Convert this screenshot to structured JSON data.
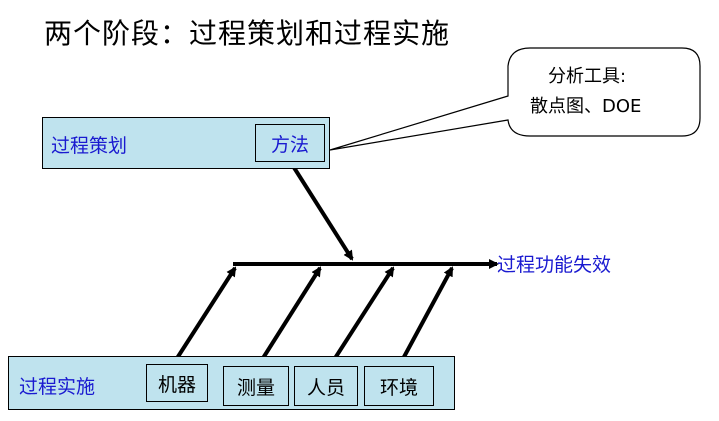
{
  "title": "两个阶段：过程策划和过程实施",
  "planning": {
    "label": "过程策划",
    "method_label": "方法"
  },
  "callout": {
    "line1": "分析工具:",
    "line2": "散点图、DOE"
  },
  "effect_label": "过程功能失效",
  "implementation": {
    "label": "过程实施",
    "causes": [
      "机器",
      "测量",
      "人员",
      "环境"
    ]
  }
}
